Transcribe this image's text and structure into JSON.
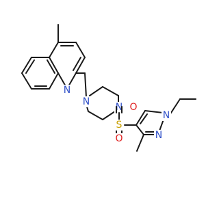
{
  "molecule": {
    "atoms": {
      "quinoline_n": "N",
      "piperazine_n1": "N",
      "piperazine_n2": "N",
      "sulfur": "S",
      "oxygen_top": "O",
      "oxygen_bottom": "O",
      "pyrazole_n1": "N",
      "pyrazole_n2": "N"
    }
  },
  "colors": {
    "carbon_bond": "#1a1a1a",
    "nitrogen": "#3050c8",
    "oxygen": "#e02020",
    "sulfur": "#c8a000"
  }
}
